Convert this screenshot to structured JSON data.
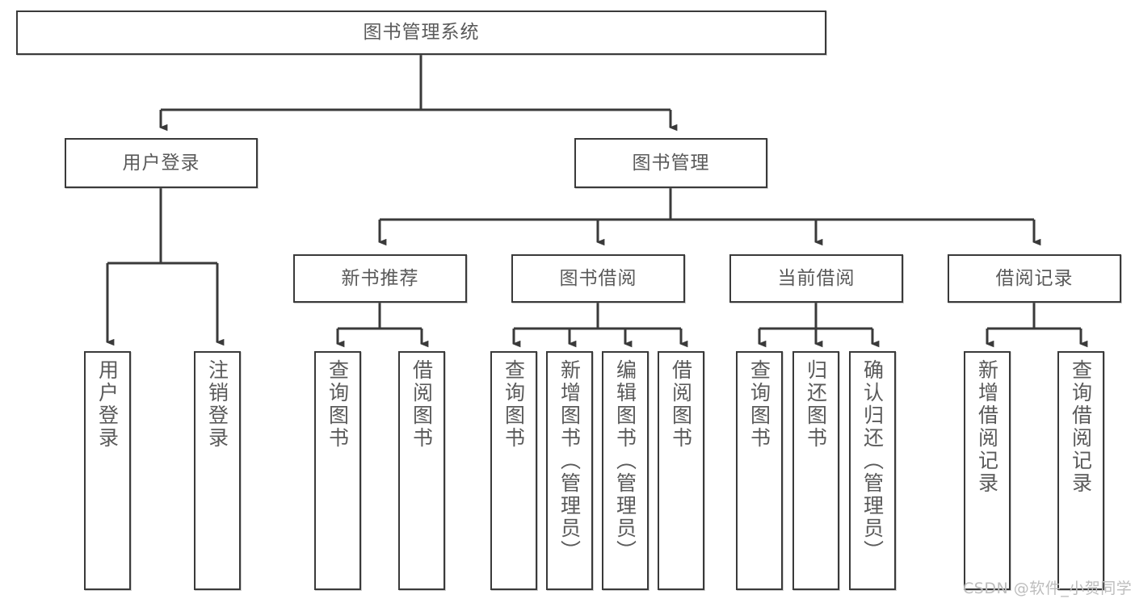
{
  "diagram": {
    "title": "图书管理系统",
    "type": "tree",
    "colors": {
      "box_border": "#3a3a3a",
      "box_fill": "#ffffff",
      "text": "#5a5a5a",
      "connector": "#3a3a3a",
      "watermark": "#bdbdbd",
      "background": "#ffffff"
    },
    "root": {
      "label": "图书管理系统"
    },
    "level2": [
      {
        "label": "用户登录"
      },
      {
        "label": "图书管理"
      }
    ],
    "level3": [
      {
        "label": "新书推荐"
      },
      {
        "label": "图书借阅"
      },
      {
        "label": "当前借阅"
      },
      {
        "label": "借阅记录"
      }
    ],
    "leaves": {
      "user_login": [
        {
          "label": "用户登录"
        },
        {
          "label": "注销登录"
        }
      ],
      "new_book_recommend": [
        {
          "label": "查询图书"
        },
        {
          "label": "借阅图书"
        }
      ],
      "book_borrow": [
        {
          "label": "查询图书"
        },
        {
          "label": "新增图书（管理员）"
        },
        {
          "label": "编辑图书（管理员）"
        },
        {
          "label": "借阅图书"
        }
      ],
      "current_borrow": [
        {
          "label": "查询图书"
        },
        {
          "label": "归还图书"
        },
        {
          "label": "确认归还（管理员）"
        }
      ],
      "borrow_record": [
        {
          "label": "新增借阅记录"
        },
        {
          "label": "查询借阅记录"
        }
      ]
    }
  },
  "watermark": {
    "text": "CSDN @软件_小贺同学"
  }
}
